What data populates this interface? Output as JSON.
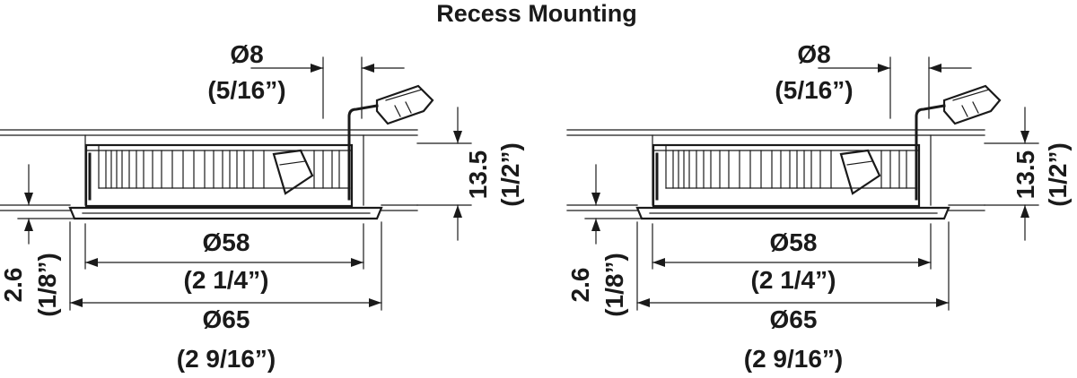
{
  "title": "Recess Mounting",
  "views": [
    {
      "id": "left",
      "dims": {
        "cable_diameter": "Ø8",
        "cable_diameter_in": "(5/16”)",
        "depth_mm": "13.5",
        "depth_in": "(1/2”)",
        "flange_mm": "2.6",
        "flange_in": "(1/8”)",
        "cutout_diameter": "Ø58",
        "cutout_diameter_in": "(2 1/4”)",
        "outer_diameter": "Ø65",
        "outer_diameter_in": "(2 9/16”)"
      }
    },
    {
      "id": "right",
      "dims": {
        "cable_diameter": "Ø8",
        "cable_diameter_in": "(5/16”)",
        "depth_mm": "13.5",
        "depth_in": "(1/2”)",
        "flange_mm": "2.6",
        "flange_in": "(1/8”)",
        "cutout_diameter": "Ø58",
        "cutout_diameter_in": "(2 1/4”)",
        "outer_diameter": "Ø65",
        "outer_diameter_in": "(2 9/16”)"
      }
    }
  ]
}
